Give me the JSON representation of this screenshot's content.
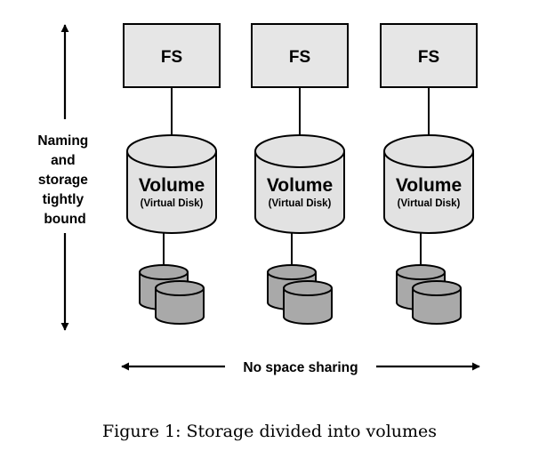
{
  "side_label": [
    "Naming",
    "and",
    "storage",
    "tightly",
    "bound"
  ],
  "stacks": [
    {
      "fs_label": "FS",
      "volume_label": "Volume",
      "volume_sub": "(Virtual Disk)"
    },
    {
      "fs_label": "FS",
      "volume_label": "Volume",
      "volume_sub": "(Virtual Disk)"
    },
    {
      "fs_label": "FS",
      "volume_label": "Volume",
      "volume_sub": "(Virtual Disk)"
    }
  ],
  "bottom_label": "No space sharing",
  "caption": "Figure 1:  Storage divided into volumes",
  "colors": {
    "box_fill": "#e6e6e6",
    "volume_fill": "#e2e2e2",
    "disk_fill": "#a9a9a9",
    "stroke": "#000000"
  }
}
